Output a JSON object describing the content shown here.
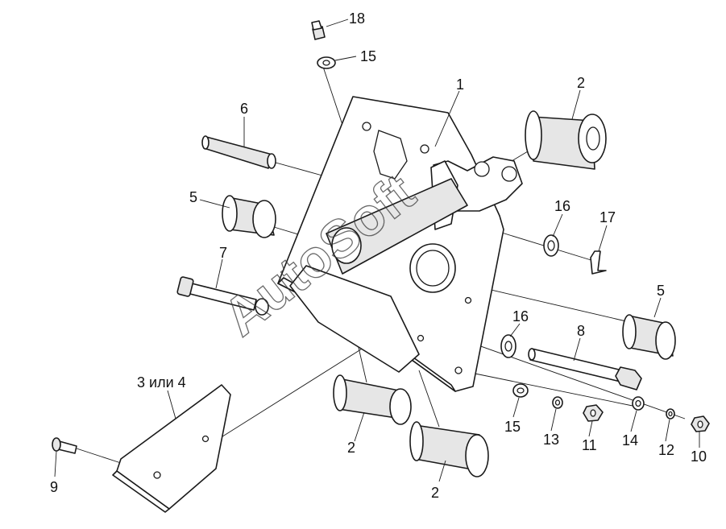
{
  "watermark": "AutoSoft",
  "callouts": {
    "c1": "1",
    "c2a": "2",
    "c2b": "2",
    "c2c": "2",
    "c3": "3 или 4",
    "c5a": "5",
    "c5b": "5",
    "c6": "6",
    "c7": "7",
    "c8": "8",
    "c9": "9",
    "c10": "10",
    "c11": "11",
    "c12": "12",
    "c13": "13",
    "c14": "14",
    "c15a": "15",
    "c15b": "15",
    "c16a": "16",
    "c16b": "16",
    "c17": "17",
    "c18": "18"
  }
}
